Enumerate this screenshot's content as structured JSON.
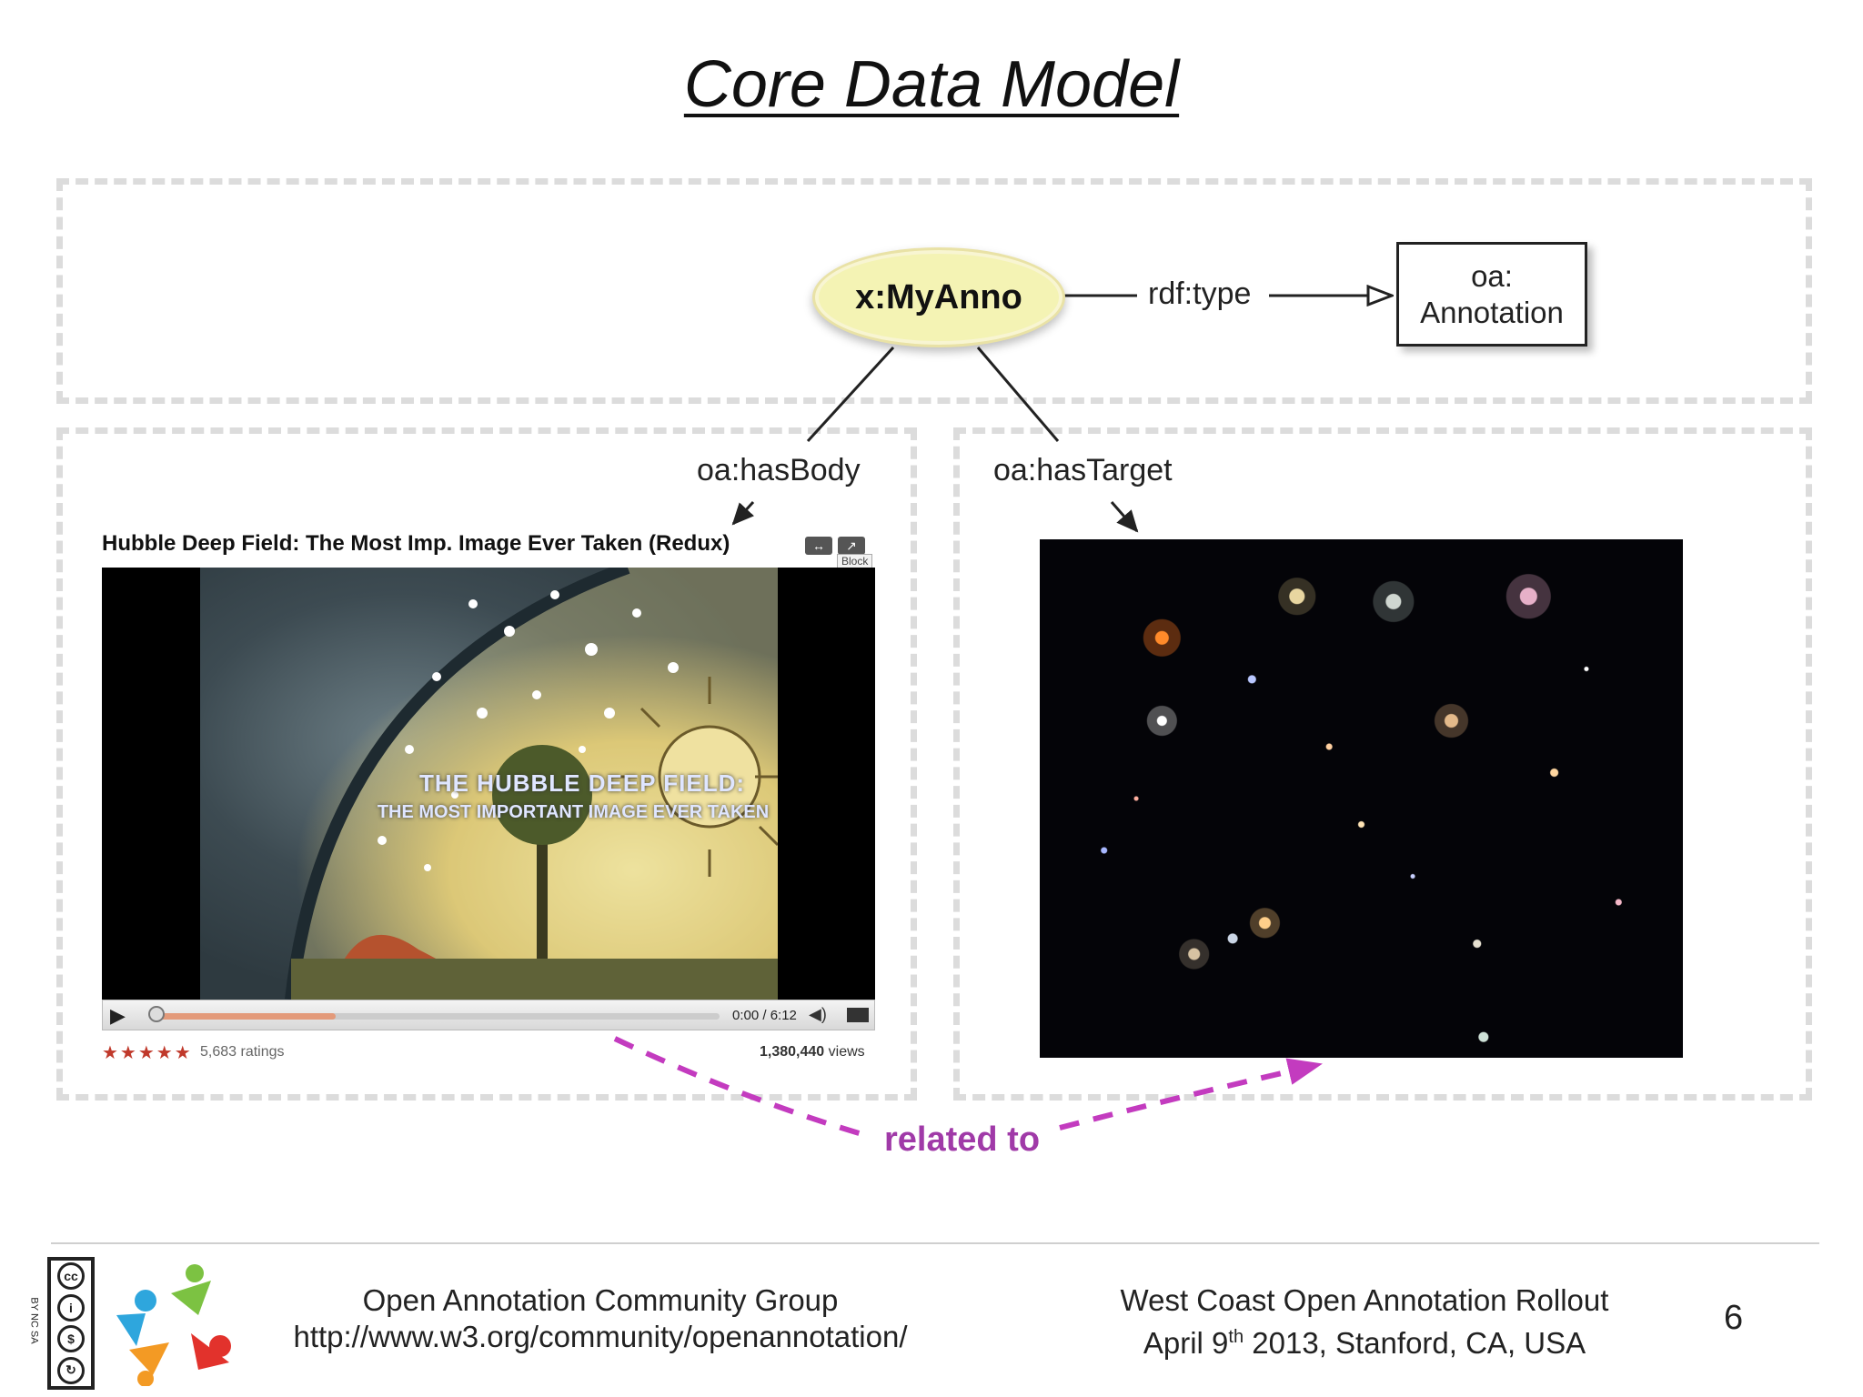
{
  "slide": {
    "title": "Core Data Model",
    "page_number": "6"
  },
  "diagram": {
    "annotation_node": "x:MyAnno",
    "type_node_line1": "oa:",
    "type_node_line2": "Annotation",
    "edge_type": "rdf:type",
    "edge_body": "oa:hasBody",
    "edge_target": "oa:hasTarget",
    "relation": "related to"
  },
  "video": {
    "title": "Hubble Deep Field: The Most Imp. Image Ever Taken (Redux)",
    "overlay_line1": "THE HUBBLE DEEP FIELD:",
    "overlay_line2": "THE MOST IMPORTANT IMAGE EVER TAKEN",
    "time": "0:00 / 6:12",
    "progress": 0.32,
    "block_label": "Block",
    "stars": "★★★★★",
    "ratings": "5,683 ratings",
    "views_number": "1,380,440",
    "views_suffix": " views"
  },
  "footer": {
    "left_line1": "Open Annotation Community Group",
    "left_line2": "http://www.w3.org/community/openannotation/",
    "right_line1_prefix": "West Coast Open Annotation Rollout",
    "right_line2_pre": "April 9",
    "right_line2_sup": "th",
    "right_line2_post": " 2013, Stanford, CA, USA",
    "license_text": "BY NC SA"
  },
  "colors": {
    "relation_arrow": "#c33bbf",
    "node_fill": "#f4f3b4",
    "dash_gray": "#dcdcdc"
  }
}
